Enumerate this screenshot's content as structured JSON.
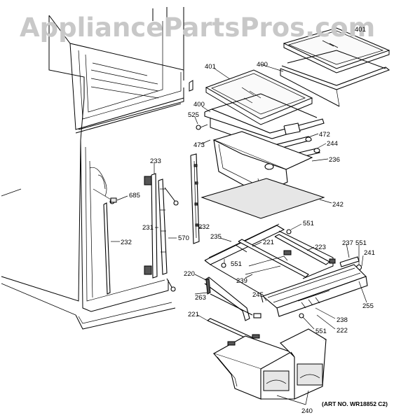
{
  "watermark": "AppliancePartsPros.com",
  "art_number": "(ART NO. WR18852 C2)",
  "labels": {
    "l401a": "401",
    "l400a": "400",
    "l401b": "401",
    "l400b": "400",
    "l525": "525",
    "l472": "472",
    "l473": "473",
    "l244": "244",
    "l236": "236",
    "l233": "233",
    "l685": "685",
    "l242": "242",
    "l231": "231",
    "l570": "570",
    "l232a": "232",
    "l232b": "232",
    "l551a": "551",
    "l235": "235",
    "l221a": "221",
    "l223": "223",
    "l237": "237",
    "l551b": "551",
    "l241": "241",
    "l551c": "551",
    "l220": "220",
    "l239": "239",
    "l255": "255",
    "l263": "263",
    "l245": "245",
    "l238": "238",
    "l221b": "221",
    "l222": "222",
    "l551d": "551",
    "l240": "240"
  }
}
